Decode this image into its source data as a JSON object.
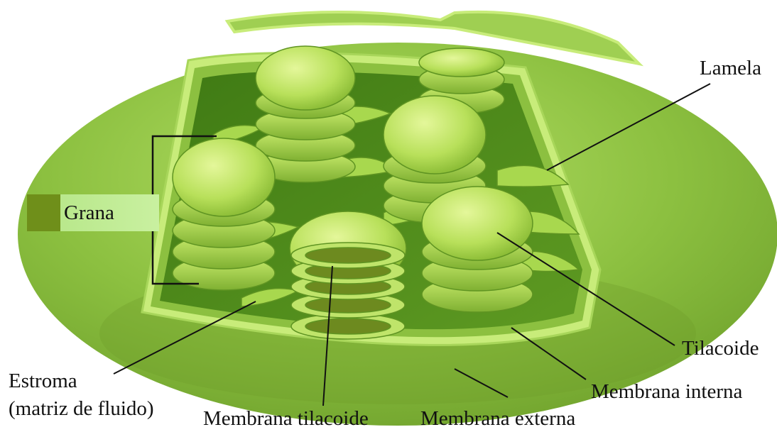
{
  "labels": {
    "lamela": "Lamela",
    "grana": "Grana",
    "tilacoide": "Tilacoide",
    "estroma": "Estroma",
    "estroma_sub": "(matriz de fluido)",
    "membrana_tilacoide": "Membrana tilacoide",
    "membrana_externa": "Membrana externa",
    "membrana_interna": "Membrana interna"
  },
  "colors": {
    "outer": "#7fb23a",
    "outer_light": "#a8d65a",
    "rim": "#c8ec7a",
    "interior": "#4f8a1c",
    "disc_light": "#d6f07f",
    "disc": "#a8d84e",
    "disc_dark": "#6ea12c",
    "lumen": "#6d8a1f"
  }
}
